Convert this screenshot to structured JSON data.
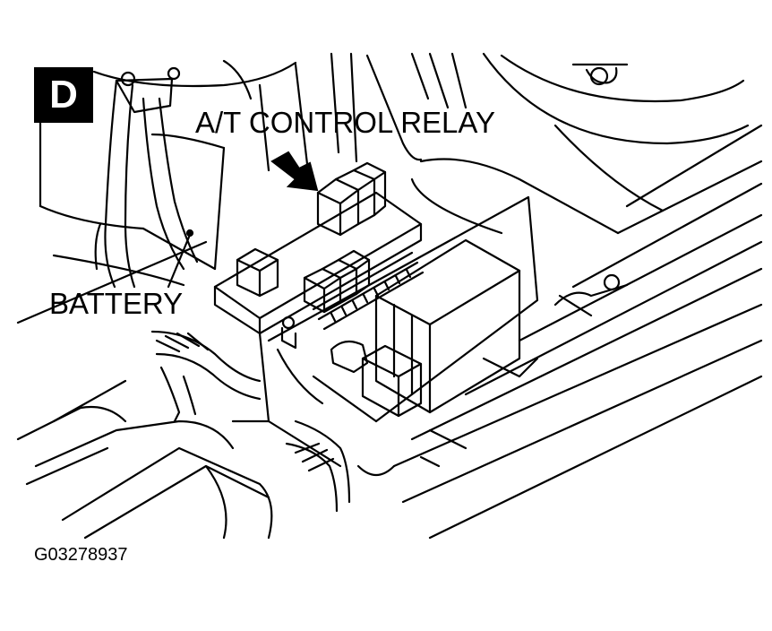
{
  "figure": {
    "view_letter": "D",
    "callouts": {
      "relay": "A/T CONTROL RELAY",
      "battery": "BATTERY"
    },
    "figure_code": "G03278937"
  },
  "colors": {
    "ink": "#000000",
    "paper": "#ffffff"
  },
  "icons": {
    "pointer": "thick-arrow-icon"
  }
}
